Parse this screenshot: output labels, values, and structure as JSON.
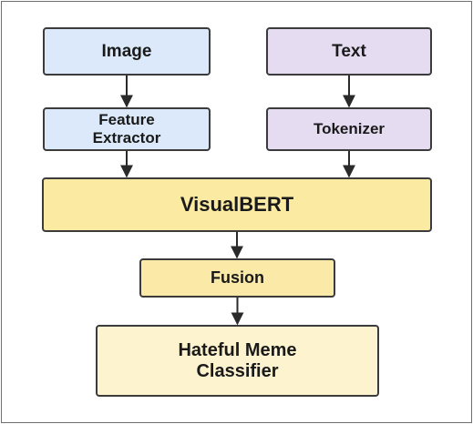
{
  "diagram": {
    "nodes": {
      "image": {
        "label": "Image"
      },
      "text": {
        "label": "Text"
      },
      "feature_extractor": {
        "lines": [
          "Feature",
          "Extractor"
        ]
      },
      "tokenizer": {
        "label": "Tokenizer"
      },
      "visualbert": {
        "label": "VisualBERT"
      },
      "fusion": {
        "label": "Fusion"
      },
      "classifier": {
        "lines": [
          "Hateful Meme",
          "Classifier"
        ]
      }
    },
    "edges": [
      {
        "from": "image",
        "to": "feature_extractor"
      },
      {
        "from": "text",
        "to": "tokenizer"
      },
      {
        "from": "feature_extractor",
        "to": "visualbert"
      },
      {
        "from": "tokenizer",
        "to": "visualbert"
      },
      {
        "from": "visualbert",
        "to": "fusion"
      },
      {
        "from": "fusion",
        "to": "classifier"
      }
    ],
    "colors": {
      "image_fill": "#dce9fa",
      "text_fill": "#e6dcf2",
      "visualbert_fill": "#fbeaa2",
      "fusion_fill": "#fbe9a8",
      "classifier_fill": "#fdf3cf",
      "stroke": "#3b3b3b"
    }
  }
}
